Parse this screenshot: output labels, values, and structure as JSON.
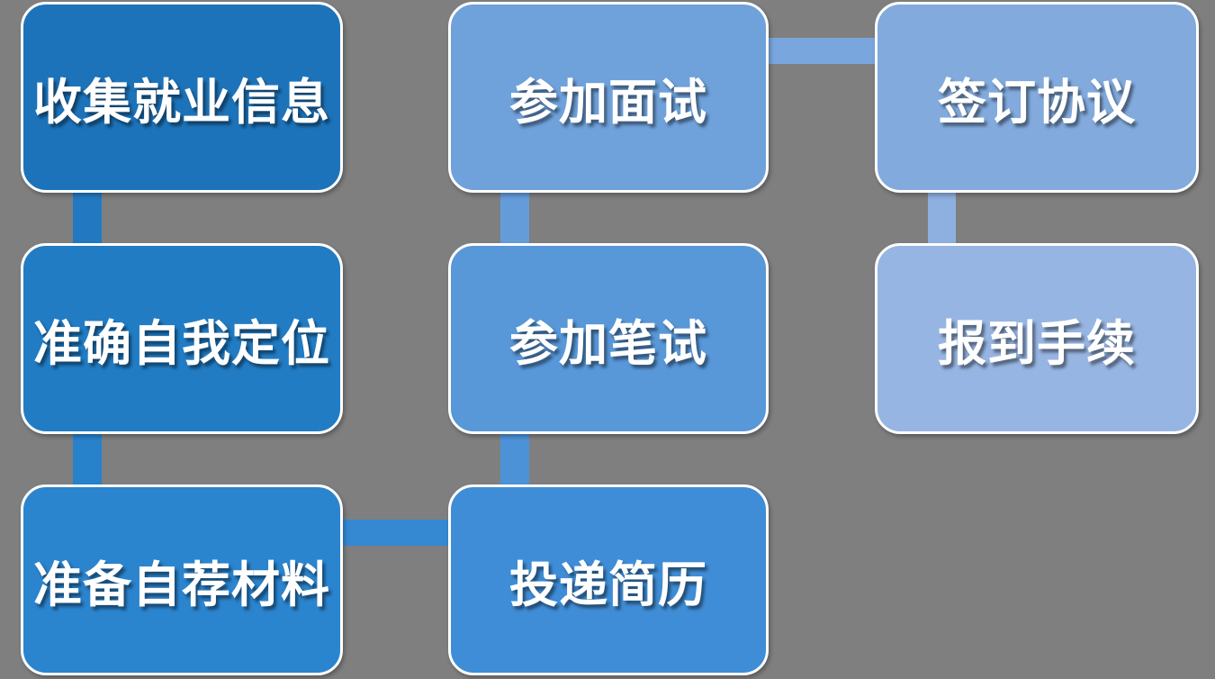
{
  "background_color": "#7F7F7F",
  "flow": {
    "nodes": [
      {
        "id": "collect-employment-info",
        "label": "收集就业信息",
        "color": "#1D73B9",
        "text_color": "#FFFFFF",
        "step": 1
      },
      {
        "id": "accurate-self-positioning",
        "label": "准确自我定位",
        "color": "#217CC4",
        "text_color": "#FFFFFF",
        "step": 2
      },
      {
        "id": "prepare-application-materials",
        "label": "准备自荐材料",
        "color": "#2B84CE",
        "text_color": "#FFFFFF",
        "step": 3
      },
      {
        "id": "submit-resume",
        "label": "投递简历",
        "color": "#3F8DD6",
        "text_color": "#FFFFFF",
        "step": 4
      },
      {
        "id": "take-written-test",
        "label": "参加笔试",
        "color": "#5897D8",
        "text_color": "#FFFFFF",
        "step": 5
      },
      {
        "id": "attend-interview",
        "label": "参加面试",
        "color": "#6FA1DB",
        "text_color": "#FFFFFF",
        "step": 6
      },
      {
        "id": "sign-agreement",
        "label": "签订协议",
        "color": "#82AADD",
        "text_color": "#FFFFFF",
        "step": 7
      },
      {
        "id": "registration-procedures",
        "label": "报到手续",
        "color": "#97B5E2",
        "text_color": "#FFFFFF",
        "step": 8
      }
    ],
    "connectors": [
      {
        "from": "收集就业信息",
        "to": "准确自我定位",
        "direction": "vertical",
        "color": "#2279C1"
      },
      {
        "from": "准确自我定位",
        "to": "准备自荐材料",
        "direction": "vertical",
        "color": "#2781CB"
      },
      {
        "from": "准备自荐材料",
        "to": "投递简历",
        "direction": "horizontal",
        "color": "#3588D2"
      },
      {
        "from": "投递简历",
        "to": "参加笔试",
        "direction": "vertical",
        "color": "#4C92D7"
      },
      {
        "from": "参加笔试",
        "to": "参加面试",
        "direction": "vertical",
        "color": "#649CDA"
      },
      {
        "from": "参加面试",
        "to": "签订协议",
        "direction": "horizontal",
        "color": "#79A6DD"
      },
      {
        "from": "签订协议",
        "to": "报到手续",
        "direction": "vertical",
        "color": "#8DB0E0"
      }
    ]
  }
}
